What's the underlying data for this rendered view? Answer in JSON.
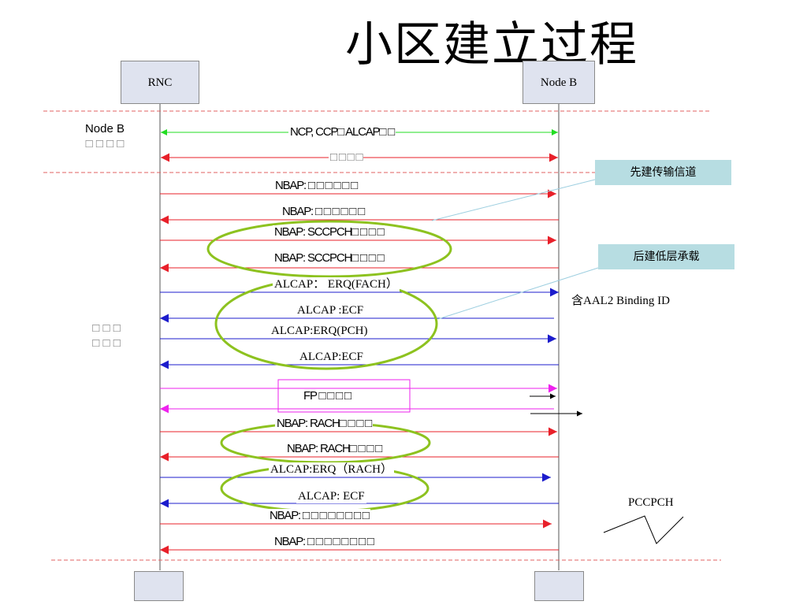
{
  "title": "小区建立过程",
  "entities": {
    "rnc": "RNC",
    "node_b": "Node B"
  },
  "side_labels": {
    "nodeb_group_line1": "Node  B",
    "nodeb_group_line2": "□ □ □ □",
    "cell_group_line1": "□ □ □",
    "cell_group_line2": "□ □ □"
  },
  "messages": [
    {
      "id": "m1",
      "text": "NCP, CCP□ ALCAP□ □",
      "direction": "both",
      "color": "#22dd22"
    },
    {
      "id": "m2",
      "text": "□ □ □ □",
      "direction": "both",
      "color": "#e8202a"
    },
    {
      "id": "m3",
      "text": "NBAP: □ □ □ □ □ □",
      "direction": "right",
      "color": "#e8202a"
    },
    {
      "id": "m4",
      "text": "NBAP: □ □ □ □ □ □",
      "direction": "left",
      "color": "#e8202a"
    },
    {
      "id": "m5",
      "text": "NBAP: SCCPCH□ □ □ □",
      "direction": "right",
      "color": "#e8202a"
    },
    {
      "id": "m6",
      "text": "NBAP: SCCPCH□ □ □ □",
      "direction": "left",
      "color": "#e8202a"
    },
    {
      "id": "m7",
      "text": "ALCAP：  ERQ(FACH）",
      "direction": "right",
      "color": "#1c1ccc"
    },
    {
      "id": "m8",
      "text": "ALCAP :ECF",
      "direction": "left",
      "color": "#1c1ccc"
    },
    {
      "id": "m9",
      "text": "ALCAP:ERQ(PCH)",
      "direction": "right",
      "color": "#1c1ccc"
    },
    {
      "id": "m10",
      "text": "ALCAP:ECF",
      "direction": "left",
      "color": "#1c1ccc"
    },
    {
      "id": "m11",
      "text": "FP □ □ □ □",
      "direction": "right",
      "color": "#ee22ee"
    },
    {
      "id": "m12",
      "text": "",
      "direction": "left",
      "color": "#ee22ee"
    },
    {
      "id": "m13",
      "text": "NBAP: RACH□ □ □ □",
      "direction": "right",
      "color": "#e8202a"
    },
    {
      "id": "m14",
      "text": "NBAP: RACH□ □ □ □",
      "direction": "left",
      "color": "#e8202a"
    },
    {
      "id": "m15",
      "text": "ALCAP:ERQ（RACH）",
      "direction": "right",
      "color": "#1c1ccc"
    },
    {
      "id": "m16",
      "text": "ALCAP: ECF",
      "direction": "left",
      "color": "#1c1ccc"
    },
    {
      "id": "m17",
      "text": "NBAP: □ □ □ □ □ □ □ □",
      "direction": "right",
      "color": "#e8202a"
    },
    {
      "id": "m18",
      "text": "NBAP: □ □ □ □ □ □ □ □",
      "direction": "left",
      "color": "#e8202a"
    }
  ],
  "notes": {
    "transport_first": "先建传输信道",
    "bearer_after": "后建低层承载",
    "aal2_binding": "含AAL2 Binding ID",
    "pccpch": "PCCPCH"
  },
  "colors": {
    "lifeline": "#555555",
    "separator": "#e06060",
    "highlight_ellipse": "#8dc21f",
    "fp_box": "#ee22ee",
    "callout_line": "#9ecfe0"
  }
}
